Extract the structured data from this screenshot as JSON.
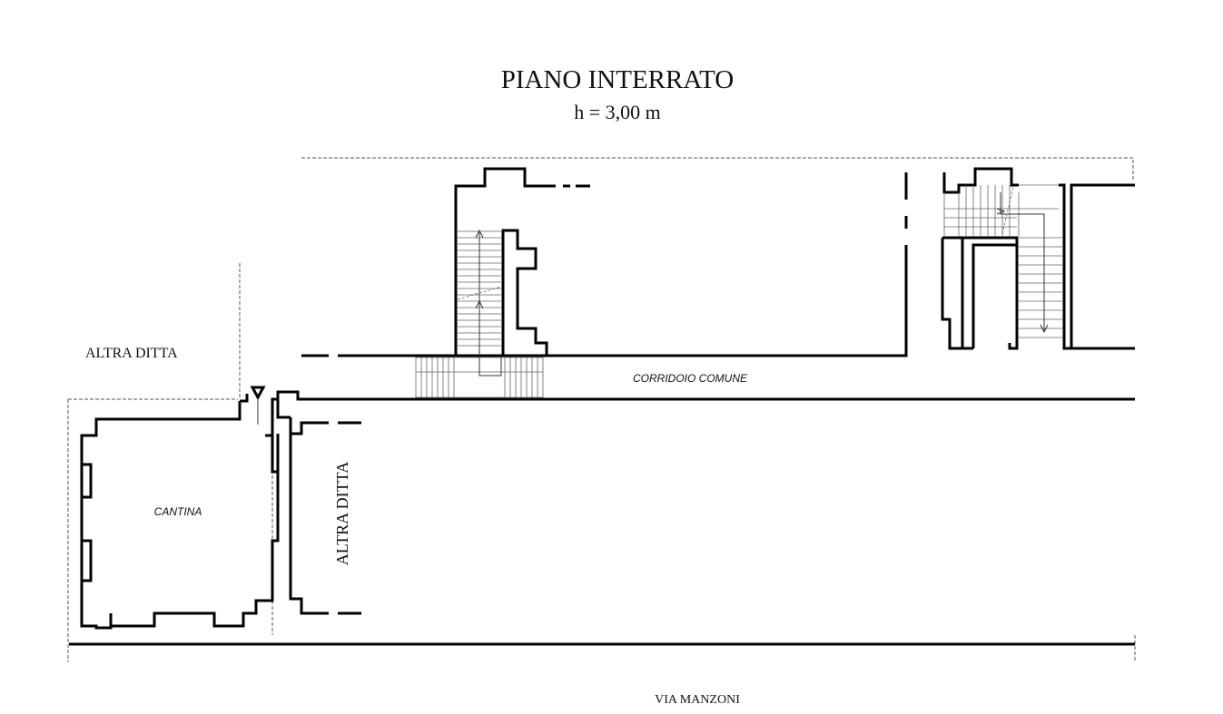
{
  "drawing": {
    "title": "PIANO INTERRATO",
    "height": "h = 3,00 m"
  },
  "labels": {
    "altra_ditta_top": "ALTRA DITTA",
    "altra_ditta_side": "ALTRA DITTA",
    "corridoio": "CORRIDOIO COMUNE",
    "cantina": "CANTINA",
    "street": "VIA MANZONI"
  },
  "colors": {
    "wall": "#000000",
    "background": "#ffffff"
  }
}
